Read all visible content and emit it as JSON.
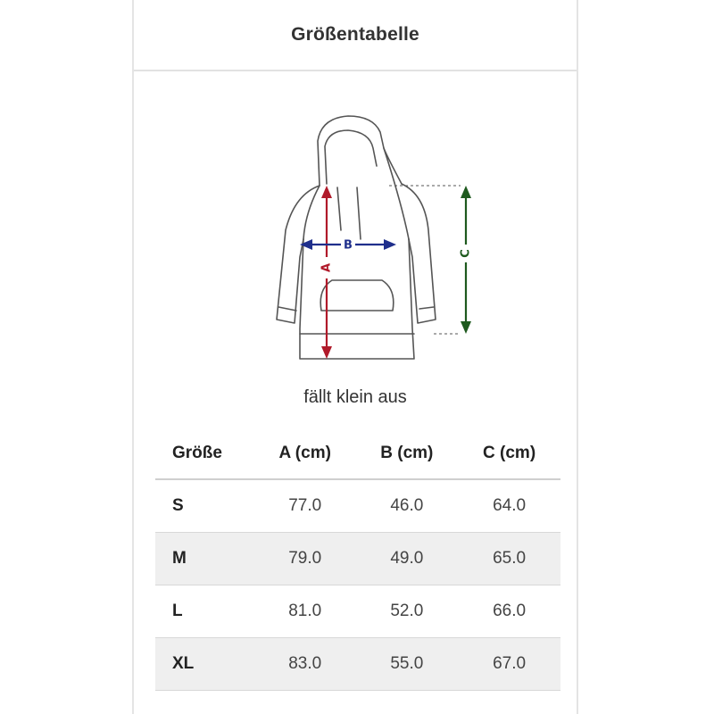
{
  "header": {
    "title": "Größentabelle"
  },
  "diagram": {
    "labels": {
      "a": "A",
      "b": "B",
      "c": "C"
    },
    "colors": {
      "a": "#b01a2a",
      "b": "#1f2f8c",
      "c": "#1e5a1e",
      "outline": "#555555"
    }
  },
  "note": "fällt klein aus",
  "table": {
    "headers": [
      "Größe",
      "A (cm)",
      "B (cm)",
      "C (cm)"
    ],
    "rows": [
      [
        "S",
        "77.0",
        "46.0",
        "64.0"
      ],
      [
        "M",
        "79.0",
        "49.0",
        "65.0"
      ],
      [
        "L",
        "81.0",
        "52.0",
        "66.0"
      ],
      [
        "XL",
        "83.0",
        "55.0",
        "67.0"
      ]
    ]
  }
}
